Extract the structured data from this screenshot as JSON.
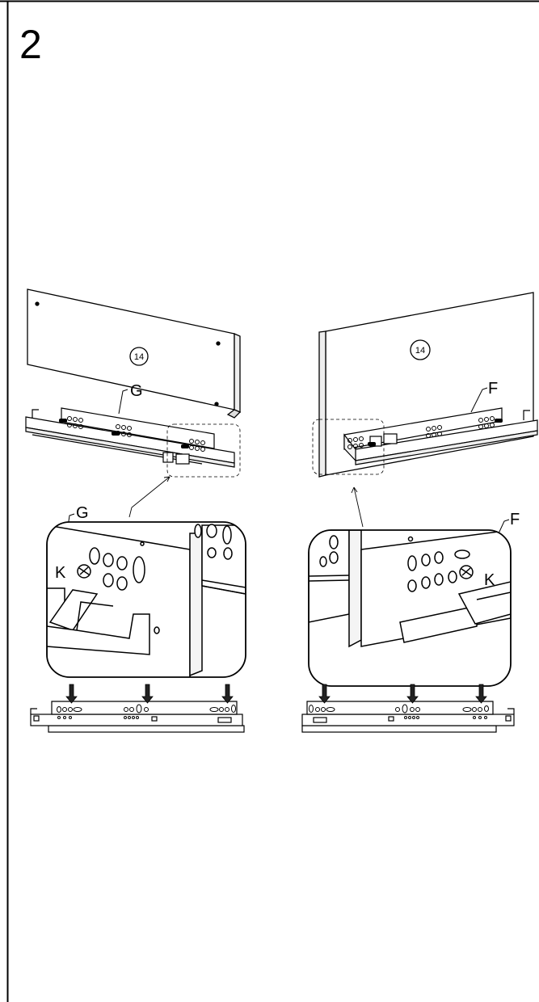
{
  "step": {
    "number": "2"
  },
  "labels": {
    "part_number": "14",
    "rail_left": "G",
    "rail_right": "F",
    "screw": "K"
  }
}
